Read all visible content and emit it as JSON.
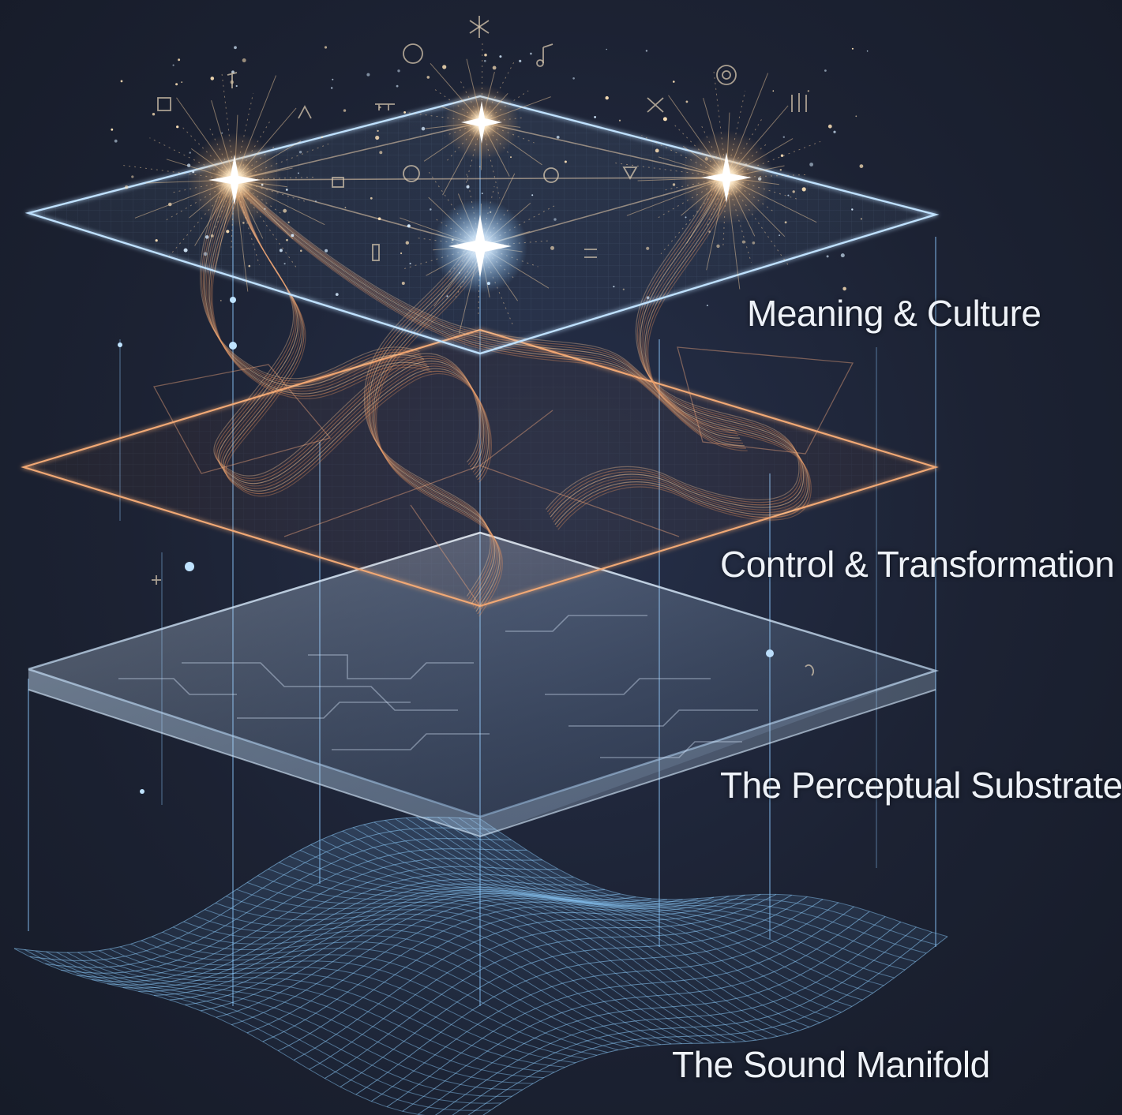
{
  "layers": [
    {
      "id": "meaning",
      "label": "Meaning & Culture"
    },
    {
      "id": "control",
      "label": "Control & Transformation"
    },
    {
      "id": "substrate",
      "label": "The Perceptual Substrate"
    },
    {
      "id": "sound",
      "label": "The Sound Manifold"
    }
  ],
  "colors": {
    "background": "#1b2030",
    "meaning_plane": "#bfe1ff",
    "control_plane": "#f0a874",
    "glass_plane": "#d8ecff",
    "mesh": "#7fc3ff",
    "star_glow": "#ffd9a0",
    "label_text": "#eef2f8"
  }
}
